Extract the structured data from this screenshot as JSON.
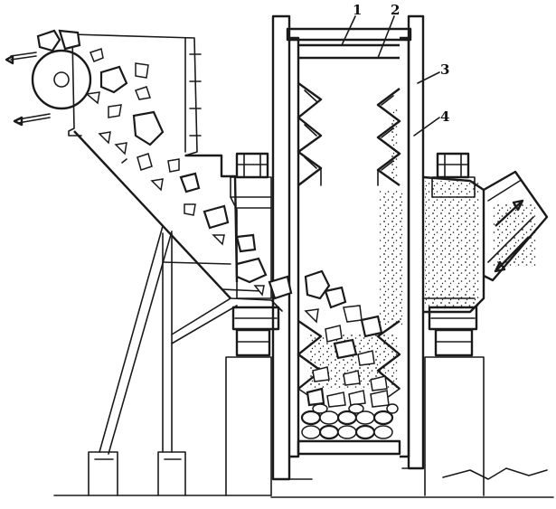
{
  "labels": [
    {
      "id": "1",
      "text": "1"
    },
    {
      "id": "2",
      "text": "2"
    },
    {
      "id": "3",
      "text": "3"
    },
    {
      "id": "4",
      "text": "4"
    }
  ],
  "colors": {
    "ink": "#1a1a1a",
    "paper": "#ffffff"
  }
}
